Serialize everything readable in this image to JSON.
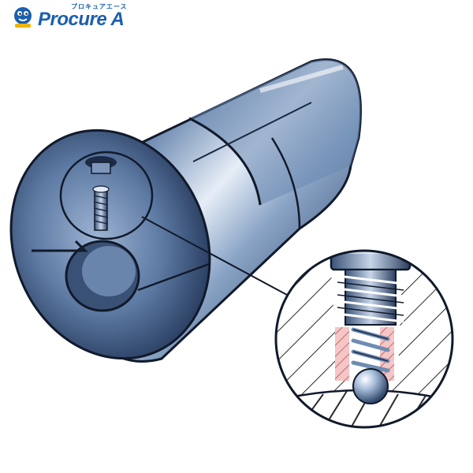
{
  "logo": {
    "brand_text": "Procure A",
    "kana_text": "プロキュアエース",
    "color": "#1b5fae"
  },
  "product": {
    "icon": "collet-with-ball-spring-detent-illustration"
  },
  "colors": {
    "steel_dark": "#1c2b45",
    "steel_mid": "#4f6d96",
    "steel_light": "#dfe8f4",
    "section_pink": "#e9a8a8"
  }
}
